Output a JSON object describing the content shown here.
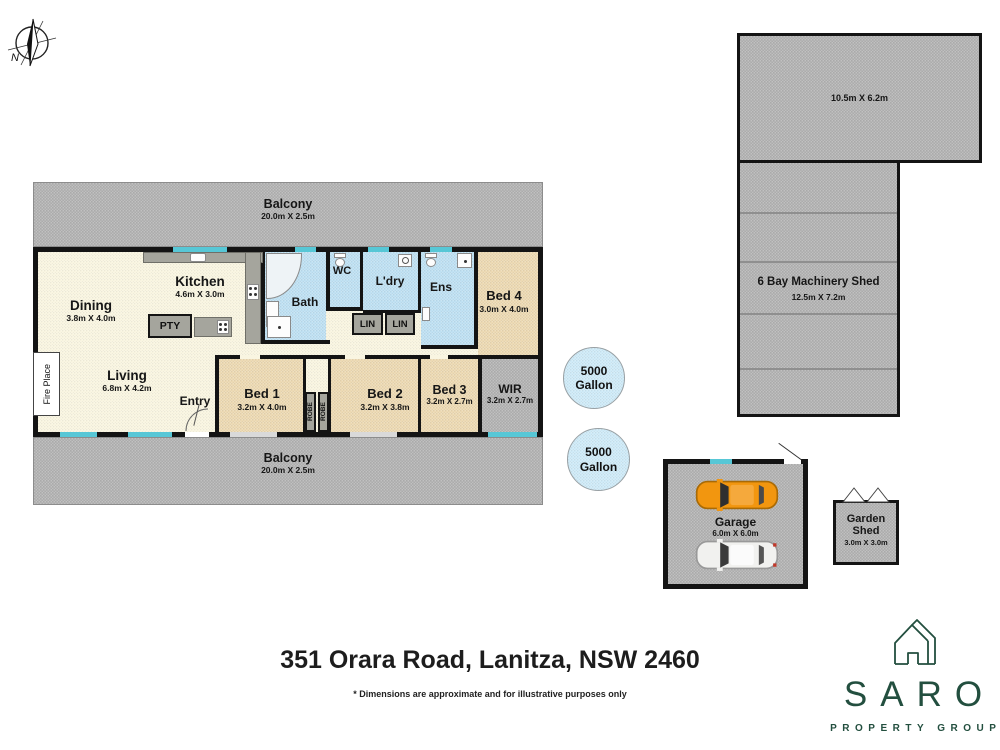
{
  "compass": {
    "north_label": "N"
  },
  "floorplan": {
    "balcony_top": {
      "label": "Balcony",
      "dims": "20.0m X 2.5m"
    },
    "balcony_bottom": {
      "label": "Balcony",
      "dims": "20.0m X 2.5m"
    },
    "rooms": {
      "dining": {
        "label": "Dining",
        "dims": "3.8m X 4.0m"
      },
      "kitchen": {
        "label": "Kitchen",
        "dims": "4.6m X 3.0m"
      },
      "pantry": {
        "label": "PTY"
      },
      "bath": {
        "label": "Bath"
      },
      "wc": {
        "label": "WC"
      },
      "laundry": {
        "label": "L'dry"
      },
      "linen_left": {
        "label": "LIN"
      },
      "linen_right": {
        "label": "LIN"
      },
      "ensuite": {
        "label": "Ens"
      },
      "bed4": {
        "label": "Bed 4",
        "dims": "3.0m X 4.0m"
      },
      "living": {
        "label": "Living",
        "dims": "6.8m X 4.2m"
      },
      "entry": {
        "label": "Entry"
      },
      "fireplace": {
        "label": "Fire Place"
      },
      "bed1": {
        "label": "Bed 1",
        "dims": "3.2m X 4.0m"
      },
      "robe_left": {
        "label": "ROBE"
      },
      "robe_right": {
        "label": "ROBE"
      },
      "bed2": {
        "label": "Bed 2",
        "dims": "3.2m X 3.8m"
      },
      "bed3": {
        "label": "Bed 3",
        "dims": "3.2m X 2.7m"
      },
      "wir": {
        "label": "WIR",
        "dims": "3.2m X 2.7m"
      }
    }
  },
  "outbuildings": {
    "machinery_shed": {
      "upper_dims": "10.5m X 6.2m",
      "label": "6 Bay Machinery Shed",
      "dims": "12.5m X 7.2m"
    },
    "tank_upper": {
      "line1": "5000",
      "line2": "Gallon"
    },
    "tank_lower": {
      "line1": "5000",
      "line2": "Gallon"
    },
    "garage": {
      "label": "Garage",
      "dims": "6.0m X 6.0m"
    },
    "garden_shed": {
      "label_line1": "Garden",
      "label_line2": "Shed",
      "dims": "3.0m X 3.0m"
    }
  },
  "footer": {
    "title": "351 Orara Road, Lanitza, NSW 2460",
    "disclaimer": "* Dimensions are approximate and for illustrative purposes only"
  },
  "brand": {
    "name": "SARO",
    "tagline": "PROPERTY GROUP"
  },
  "colors": {
    "wall": "#141414",
    "paved_gray": "#b3b3b3",
    "interior_cream": "#f9f5e1",
    "bedroom_tan": "#ecd9b3",
    "wet_area_blue": "#bfe0f2",
    "window_cyan": "#57c7d6",
    "tank_blue": "#cfeaf7",
    "counter_gray": "#a5a59d",
    "car_orange": "#f2960f",
    "brand_green": "#234f3f"
  }
}
